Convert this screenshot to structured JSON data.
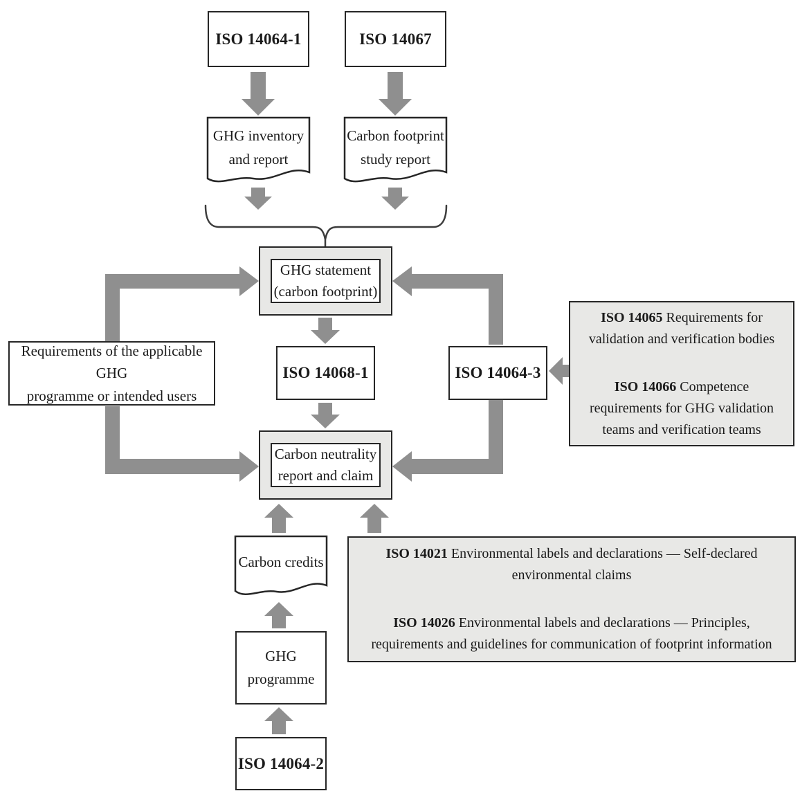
{
  "diagram": {
    "standards": {
      "iso14064_1": "ISO 14064-1",
      "iso14067": "ISO 14067",
      "iso14068_1": "ISO 14068-1",
      "iso14064_3": "ISO 14064-3",
      "iso14064_2": "ISO 14064-2"
    },
    "documents": {
      "ghg_inventory": {
        "line1": "GHG inventory",
        "line2": "and report"
      },
      "carbon_footprint": {
        "line1": "Carbon footprint",
        "line2": "study report"
      },
      "carbon_credits": "Carbon credits"
    },
    "statements": {
      "ghg_statement": {
        "line1": "GHG statement",
        "line2": "(carbon footprint)"
      },
      "carbon_neutrality": {
        "line1": "Carbon neutrality",
        "line2": "report and claim"
      }
    },
    "requirements_box": {
      "line1": "Requirements of the applicable GHG",
      "line2": "programme or intended users"
    },
    "ghg_programme": {
      "line1": "GHG",
      "line2": "programme"
    },
    "verification_panel": {
      "items": [
        {
          "code": "ISO 14065",
          "text": " Requirements for validation and verification bodies"
        },
        {
          "code": "ISO 14066",
          "text": " Competence requirements for GHG validation teams and verification teams"
        }
      ]
    },
    "labels_panel": {
      "items": [
        {
          "code": "ISO 14021",
          "text": " Environmental labels and declarations — Self-declared environmental claims"
        },
        {
          "code": "ISO 14026",
          "text": " Environmental labels and declarations — Principles, requirements and guidelines for communication of footprint information"
        }
      ]
    },
    "colors": {
      "arrow_gray": "#8f8f8f",
      "border_dark": "#262626",
      "panel_fill": "#e8e8e6",
      "brace_stroke": "#3c3c3c",
      "text": "#1a1a1a",
      "background": "#ffffff"
    }
  }
}
